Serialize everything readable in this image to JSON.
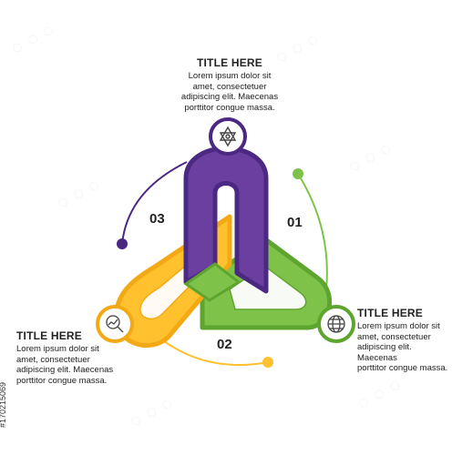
{
  "colors": {
    "purple": "#6a3fa0",
    "purple_dark": "#4b2882",
    "green": "#7ec24a",
    "green_dark": "#5ea52f",
    "yellow": "#ffc12e",
    "yellow_dark": "#f3a914",
    "icon_ring": "#ffffff",
    "icon_stroke": "#444444"
  },
  "steps": [
    {
      "number": "01",
      "accent": "green"
    },
    {
      "number": "02",
      "accent": "yellow"
    },
    {
      "number": "03",
      "accent": "purple"
    }
  ],
  "blocks": {
    "top": {
      "title": "TITLE HERE",
      "lines": [
        "Lorem ipsum dolor sit",
        "amet, consectetuer",
        "adipiscing elit. Maecenas",
        "porttitor congue massa."
      ],
      "icon": "star-of-david-icon"
    },
    "right": {
      "title": "TITLE HERE",
      "lines": [
        "Lorem ipsum dolor sit",
        "amet, consectetuer",
        "adipiscing elit. Maecenas",
        "porttitor congue massa."
      ],
      "icon": "globe-icon"
    },
    "left": {
      "title": "TITLE HERE",
      "lines": [
        "Lorem ipsum dolor sit",
        "amet, consectetuer",
        "adipiscing elit. Maecenas",
        "porttitor congue massa."
      ],
      "icon": "search-chart-icon"
    }
  },
  "stock_id": "#170215069"
}
